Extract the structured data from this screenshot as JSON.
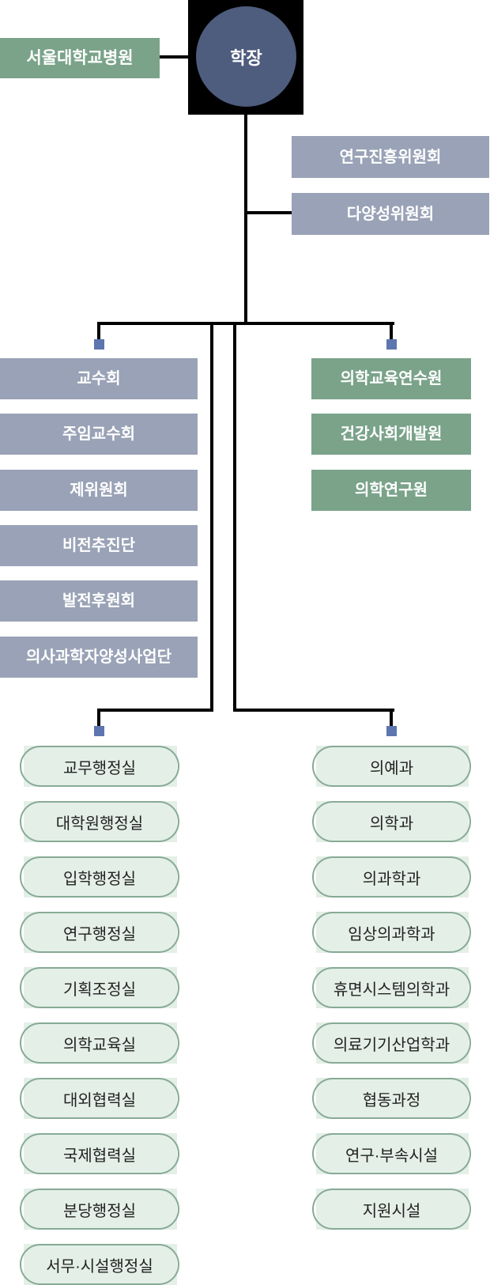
{
  "palette": {
    "background": "#ffffff",
    "root_square": "#000000",
    "root_circle": "#4e5c7e",
    "sage_green_box": "#7aa38a",
    "blue_gray_box": "#99a2b6",
    "pill_fill": "#e4efe8",
    "pill_border": "#87aa95",
    "pill_text": "#222222",
    "connector_square": "#5d76af",
    "connector_line": "#000000",
    "box_text": "#ffffff"
  },
  "nodes": {
    "dean": "학장",
    "hospital": "서울대학교병원",
    "committees": [
      "연구진흥위원회",
      "다양성위원회"
    ],
    "left_branch": [
      "교수회",
      "주임교수회",
      "제위원회",
      "비전추진단",
      "발전후원회",
      "의사과학자양성사업단"
    ],
    "right_branch": [
      "의학교육연수원",
      "건강사회개발원",
      "의학연구원"
    ],
    "left_offices": [
      "교무행정실",
      "대학원행정실",
      "입학행정실",
      "연구행정실",
      "기획조정실",
      "의학교육실",
      "대외협력실",
      "국제협력실",
      "분당행정실",
      "서무·시설행정실"
    ],
    "right_departments": [
      "의예과",
      "의학과",
      "의과학과",
      "임상의과학과",
      "휴면시스템의학과",
      "의료기기산업학과",
      "협동과정",
      "연구·부속시설",
      "지원시설"
    ]
  }
}
